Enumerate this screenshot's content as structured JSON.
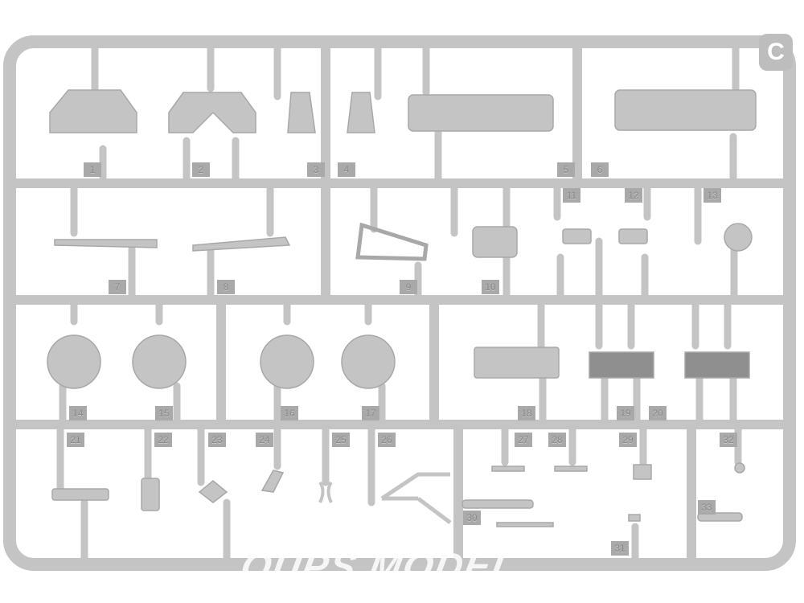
{
  "sprue": {
    "letter": "C",
    "watermark": "OUPS MODEL",
    "colors": {
      "plastic": "#c4c4c4",
      "shade": "#a8a8a8",
      "background": "#ffffff"
    },
    "part_numbers": [
      "1",
      "2",
      "3",
      "4",
      "5",
      "6",
      "7",
      "8",
      "9",
      "10",
      "11",
      "12",
      "13",
      "14",
      "15",
      "16",
      "17",
      "18",
      "19",
      "20",
      "21",
      "22",
      "23",
      "24",
      "25",
      "26",
      "27",
      "28",
      "29",
      "30",
      "31",
      "32",
      "33"
    ]
  }
}
